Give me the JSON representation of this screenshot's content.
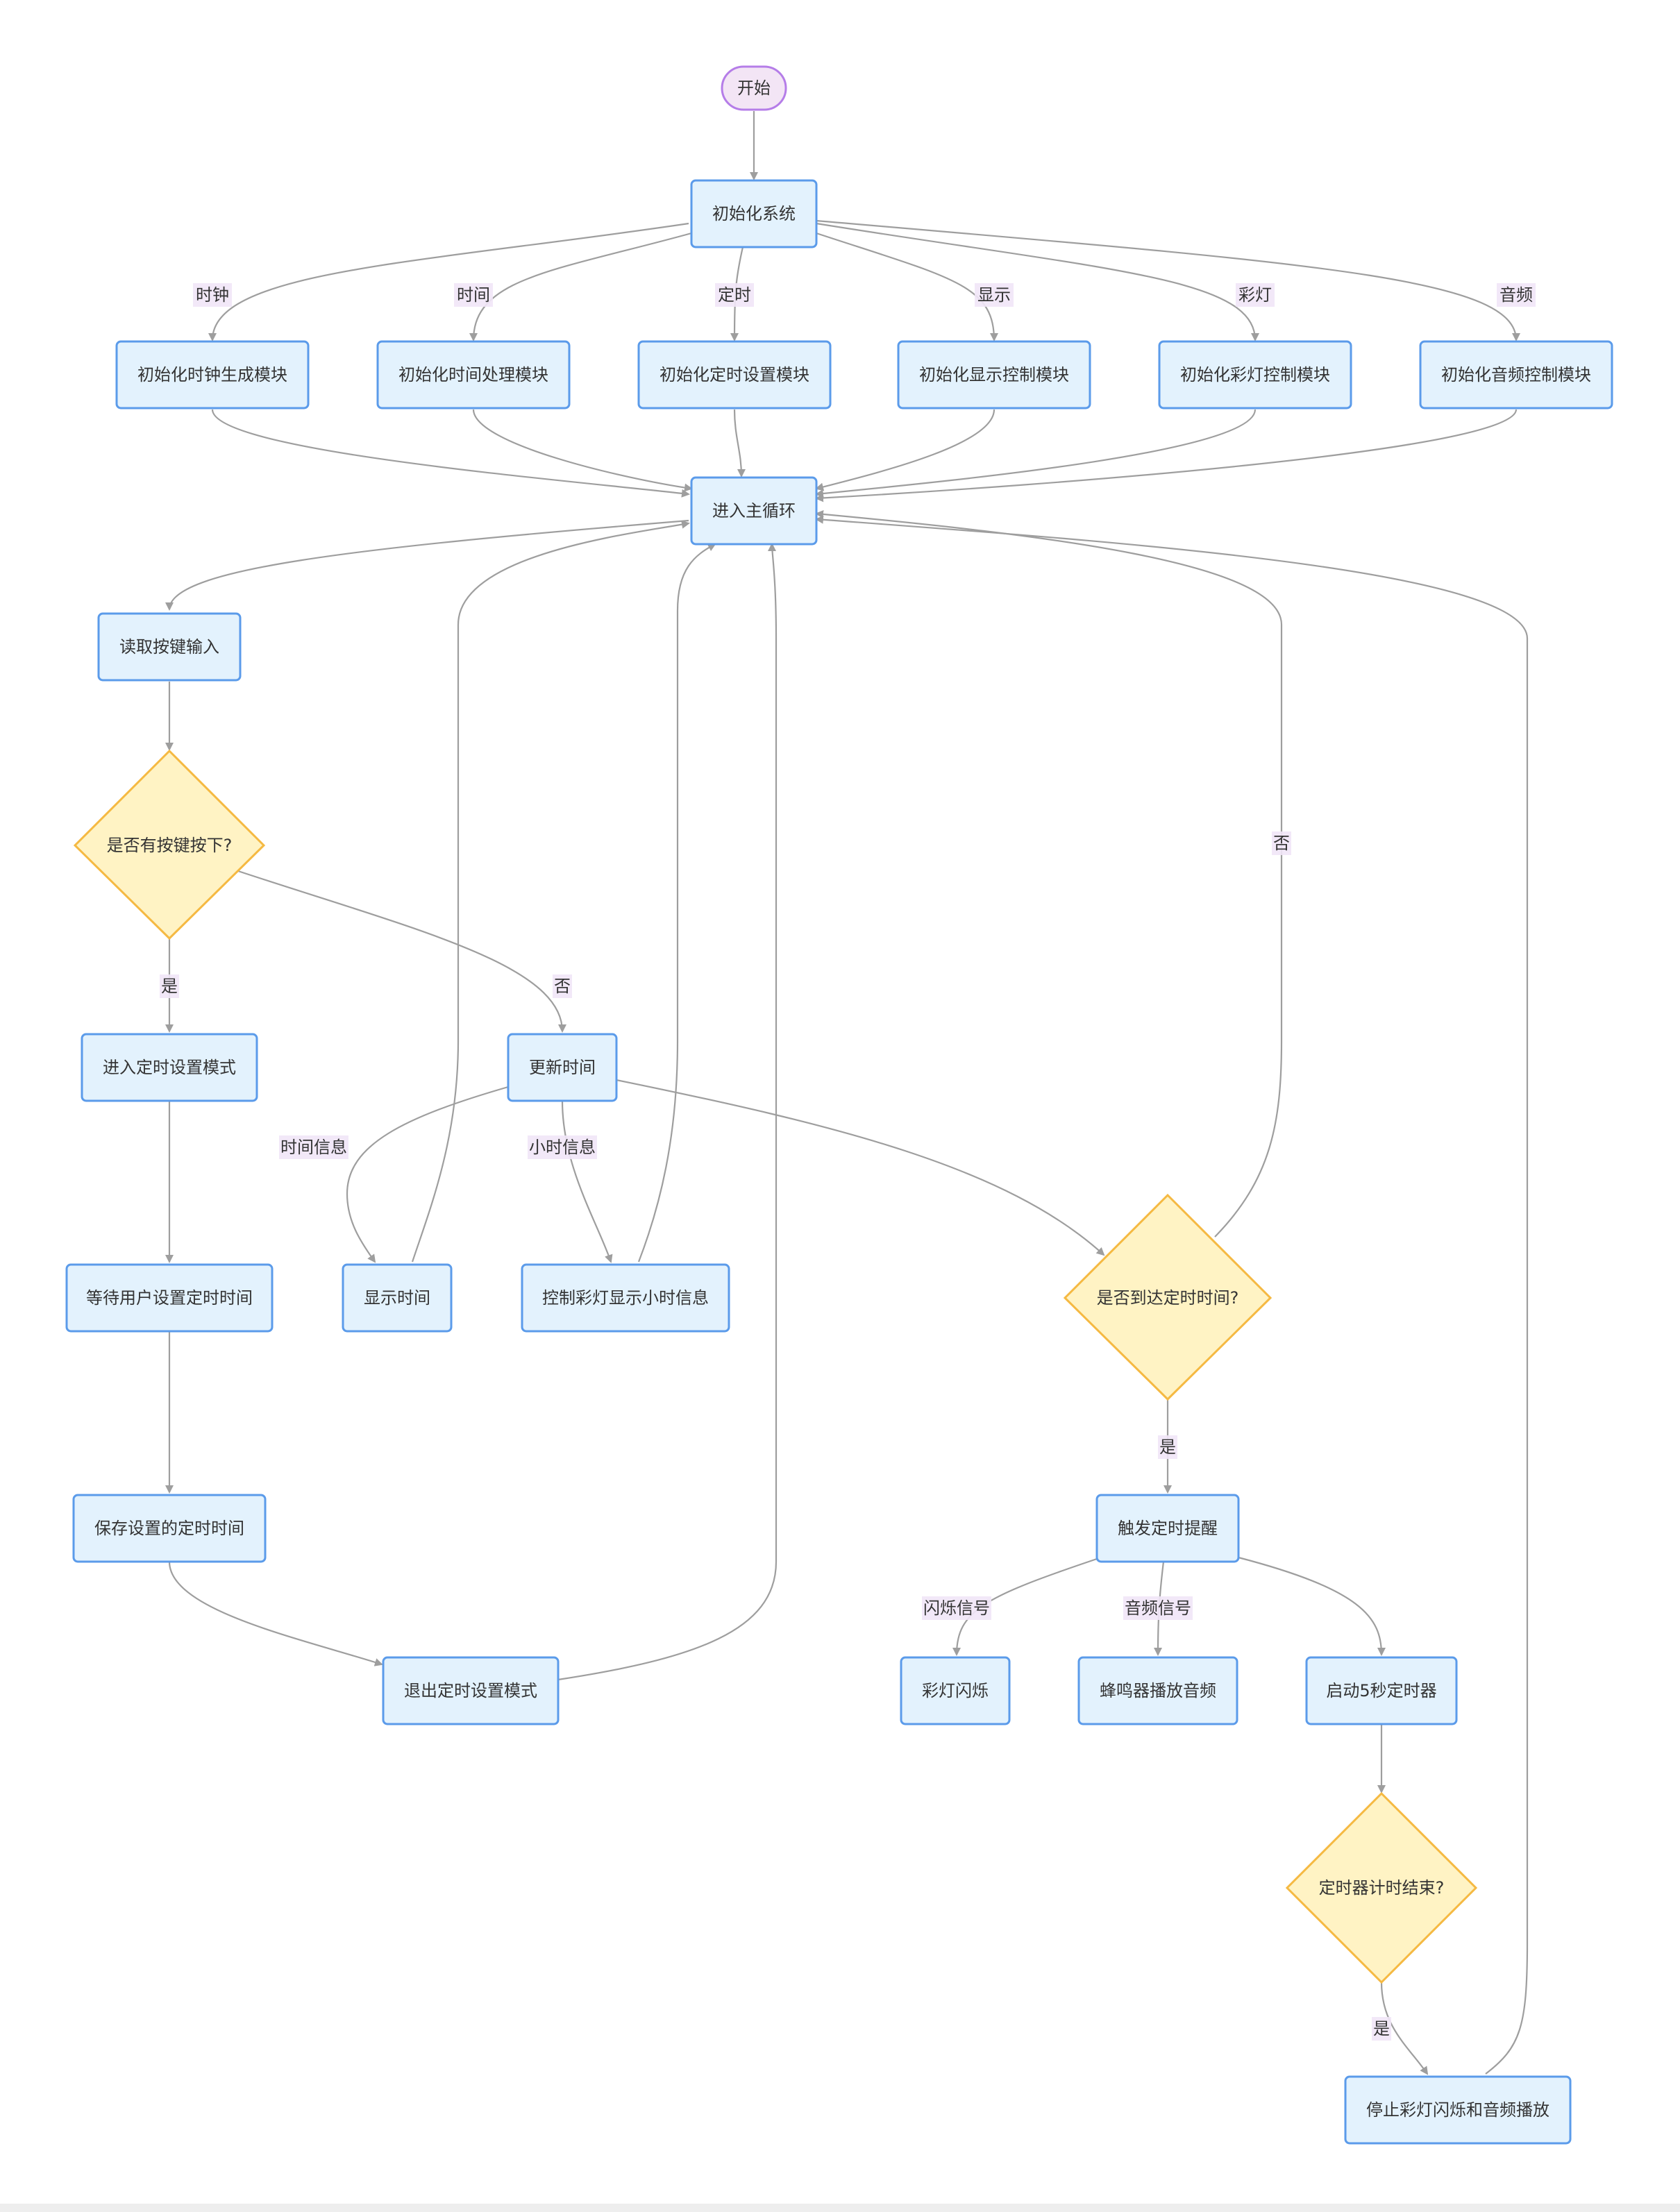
{
  "nodes": {
    "start": "开始",
    "init_system": "初始化系统",
    "init_clock": "初始化时钟生成模块",
    "init_time": "初始化时间处理模块",
    "init_timer_set": "初始化定时设置模块",
    "init_display": "初始化显示控制模块",
    "init_led": "初始化彩灯控制模块",
    "init_audio": "初始化音频控制模块",
    "main_loop": "进入主循环",
    "read_key": "读取按键输入",
    "key_pressed": "是否有按键按下?",
    "enter_timer_mode": "进入定时设置模式",
    "update_time": "更新时间",
    "wait_user": "等待用户设置定时时间",
    "show_time": "显示时间",
    "led_hour": "控制彩灯显示小时信息",
    "reach_timer": "是否到达定时时间?",
    "save_timer": "保存设置的定时时间",
    "exit_timer_mode": "退出定时设置模式",
    "trigger_alarm": "触发定时提醒",
    "led_flash": "彩灯闪烁",
    "buzzer": "蜂鸣器播放音频",
    "start_5s": "启动5秒定时器",
    "timer_end": "定时器计时结束?",
    "stop_all": "停止彩灯闪烁和音频播放"
  },
  "edge_labels": {
    "clock": "时钟",
    "time": "时间",
    "timer": "定时",
    "display": "显示",
    "led": "彩灯",
    "audio": "音频",
    "yes_key": "是",
    "no_key": "否",
    "time_info": "时间信息",
    "hour_info": "小时信息",
    "no_reach": "否",
    "yes_reach": "是",
    "flash_signal": "闪烁信号",
    "audio_signal": "音频信号",
    "yes_end": "是"
  },
  "colors": {
    "process_fill": "#e3f2fd",
    "process_stroke": "#5b9bea",
    "start_fill": "#f3e5f5",
    "start_stroke": "#b57de8",
    "decision_fill": "#fff3c4",
    "decision_stroke": "#f5b942",
    "edge": "#9e9e9e",
    "label_bg": "#f1e6f7"
  }
}
